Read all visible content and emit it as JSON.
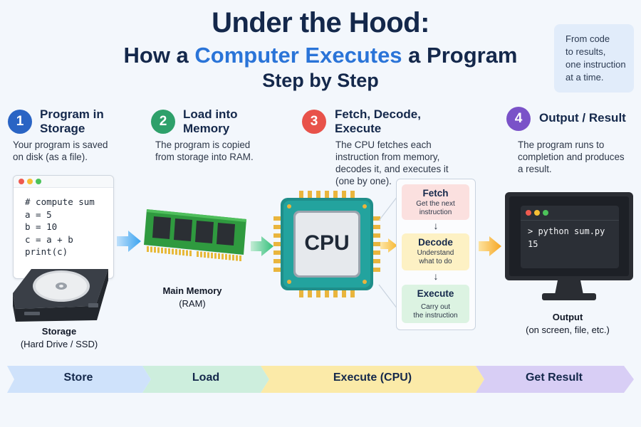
{
  "header": {
    "title": "Under the Hood:",
    "subtitle_pre": "How a ",
    "subtitle_highlight": "Computer Executes",
    "subtitle_post": " a Program",
    "subtitle_line3": "Step by Step"
  },
  "callout": {
    "lines": [
      "From code",
      "to results,",
      "one instruction",
      "at a time."
    ]
  },
  "steps": [
    {
      "number": "1",
      "title_lines": [
        "Program in",
        "Storage"
      ],
      "desc_lines": [
        "Your program is saved",
        "on disk (as a file)."
      ],
      "color": "#2a64c4"
    },
    {
      "number": "2",
      "title_lines": [
        "Load into",
        "Memory"
      ],
      "desc_lines": [
        "The program is copied",
        "from storage into RAM."
      ],
      "color": "#2ea06a"
    },
    {
      "number": "3",
      "title_lines": [
        "Fetch, Decode,",
        "Execute"
      ],
      "desc_lines": [
        "The CPU fetches each",
        "instruction from memory,",
        "decodes it, and executes it",
        "(one by one)."
      ],
      "color": "#e8524a"
    },
    {
      "number": "4",
      "title_lines": [
        "Output / Result"
      ],
      "desc_lines": [
        "The program runs to",
        "completion and produces",
        "a result."
      ],
      "color": "#7a52c8"
    }
  ],
  "code_window": {
    "lines": [
      "# compute sum",
      "a = 5",
      "b = 10",
      "c = a + b",
      "print(c)"
    ]
  },
  "storage_label": {
    "title": "Storage",
    "sub": "(Hard Drive / SSD)"
  },
  "memory_label": {
    "title": "Main Memory",
    "sub": "(RAM)"
  },
  "cpu_label": "CPU",
  "pipeline": [
    {
      "title": "Fetch",
      "sub_lines": [
        "Get the next",
        "instruction"
      ],
      "bg": "#fbe0df"
    },
    {
      "title": "Decode",
      "sub_lines": [
        "Understand",
        "what to do"
      ],
      "bg": "#fdf1c4"
    },
    {
      "title": "Execute",
      "sub_lines": [
        "Carry out",
        "the instruction"
      ],
      "bg": "#dcf3e2"
    }
  ],
  "terminal": {
    "command": "> python sum.py",
    "output": "15"
  },
  "output_label": {
    "title": "Output",
    "sub": "(on screen, file, etc.)"
  },
  "timeline": [
    {
      "label": "Store",
      "color": "#cfe2fb"
    },
    {
      "label": "Load",
      "color": "#cdeedd"
    },
    {
      "label": "Execute (CPU)",
      "color": "#fbeaa8"
    },
    {
      "label": "Get Result",
      "color": "#d8cef5"
    }
  ]
}
